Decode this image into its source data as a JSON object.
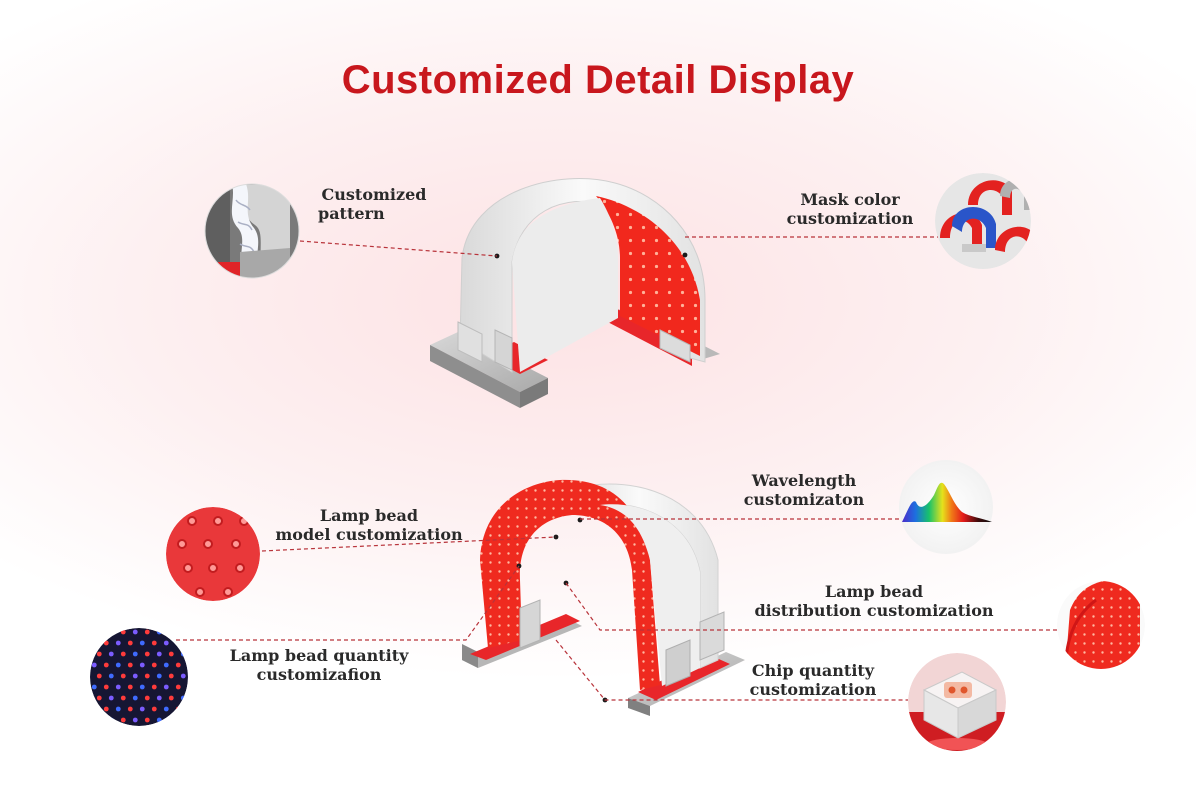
{
  "title": "Customized Detail Display",
  "colors": {
    "accent": "#c8171d",
    "led_red": "#f1281d",
    "shell_white": "#f4f4f4",
    "label_text": "#2a2a2a"
  },
  "labels": {
    "customized_pattern": [
      "Customized",
      "pattern"
    ],
    "mask_color": [
      "Mask  color",
      "customization"
    ],
    "wavelength": [
      "Wavelength",
      "customizaton"
    ],
    "lamp_bead_model": [
      "Lamp bead",
      "model customization"
    ],
    "lamp_bead_distribution": [
      "Lamp bead",
      "distribution customization"
    ],
    "lamp_bead_quantity": [
      "Lamp bead quantity",
      "customizafion"
    ],
    "chip_quantity": [
      "Chip quantity",
      "customization"
    ]
  }
}
